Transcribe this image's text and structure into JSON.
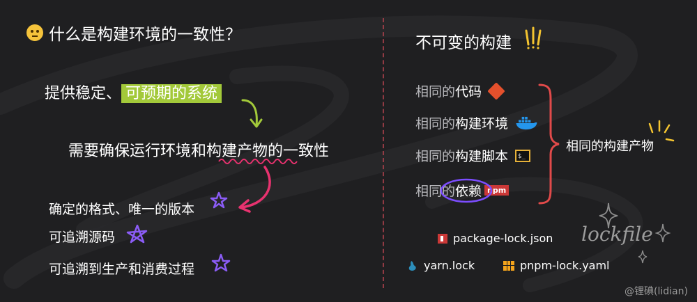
{
  "left": {
    "question": "什么是构建环境的一致性？",
    "stable_prefix": "提供稳定、",
    "stable_highlight": "可预期的系统",
    "need": "需要确保运行环境和构建产物的一致性",
    "bullets": [
      "确定的格式、唯一的版本",
      "可追溯源码",
      "可追溯到生产和消费过程"
    ]
  },
  "right": {
    "title": "不可变的构建",
    "items": [
      {
        "prefix": "相同的",
        "em": "代码"
      },
      {
        "prefix": "相同的",
        "em": "构建环境"
      },
      {
        "prefix": "相同的",
        "em": "构建脚本"
      },
      {
        "prefix": "相同的",
        "em": "依赖"
      }
    ],
    "summary": "相同的构建产物",
    "files": [
      "package-lock.json",
      "yarn.lock",
      "pnpm-lock.yaml"
    ],
    "npm_badge": "npm",
    "lockfile": "lockfile",
    "terminal_glyph": "$_"
  },
  "credit": "@锂碘(lidian)",
  "icons": [
    "thinking-face-icon",
    "git-icon",
    "docker-icon",
    "terminal-icon",
    "npm-icon",
    "yarn-icon",
    "pnpm-icon",
    "sparkle-icon",
    "star-icon"
  ],
  "colors": {
    "background": "#1f1f21",
    "highlight": "#a3c93a",
    "accent_pink": "#e8326f",
    "purple": "#8b5cf6",
    "brace_red": "#e14a4a",
    "divider": "#b8444f"
  }
}
